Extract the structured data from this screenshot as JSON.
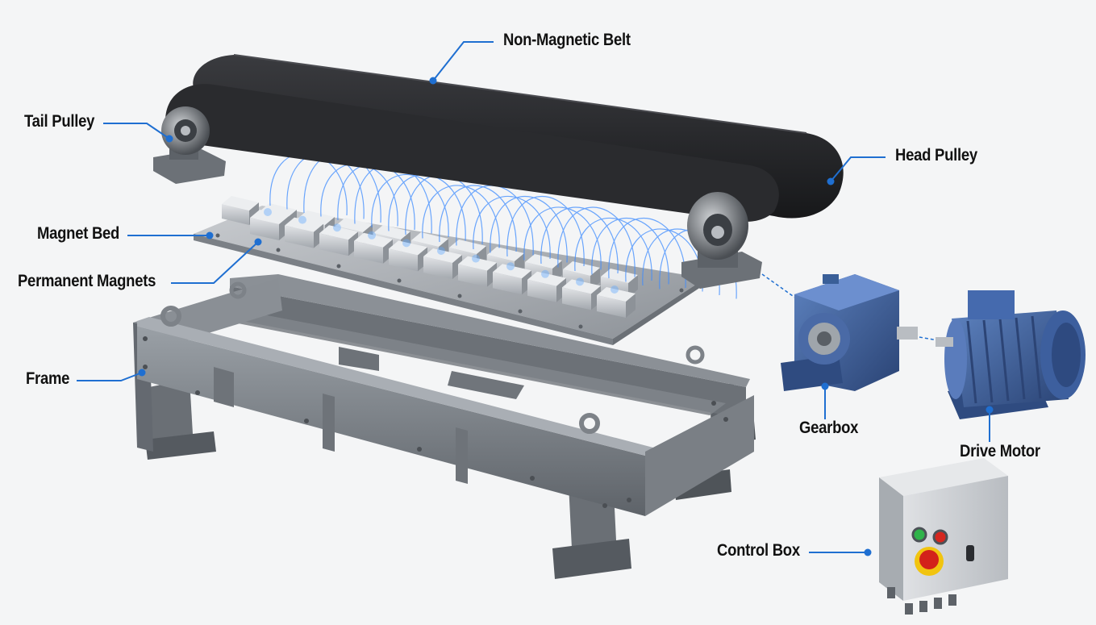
{
  "labels": {
    "belt": "Non-Magnetic Belt",
    "tail_pulley": "Tail Pulley",
    "head_pulley": "Head Pulley",
    "magnet_bed": "Magnet Bed",
    "permanent_magnets": "Permanent Magnets",
    "frame": "Frame",
    "gearbox": "Gearbox",
    "drive_motor": "Drive Motor",
    "control_box": "Control Box"
  },
  "colors": {
    "leader_line": "#1f6fd1",
    "belt": "#1e1f22",
    "steel": "#7b7f85",
    "gearbox_blue": "#3a5f98",
    "motor_blue": "#3f63a6",
    "magnetic_field": "#3d8bff",
    "button_green": "#2fb34a",
    "button_red": "#d5261e",
    "emergency_stop_red": "#d3221a",
    "emergency_stop_yellow": "#f1c40f"
  },
  "icons": {
    "green_button": "start-button-icon",
    "red_button": "stop-button-icon",
    "emergency_stop": "emergency-stop-icon",
    "selector_switch": "selector-switch-icon"
  }
}
